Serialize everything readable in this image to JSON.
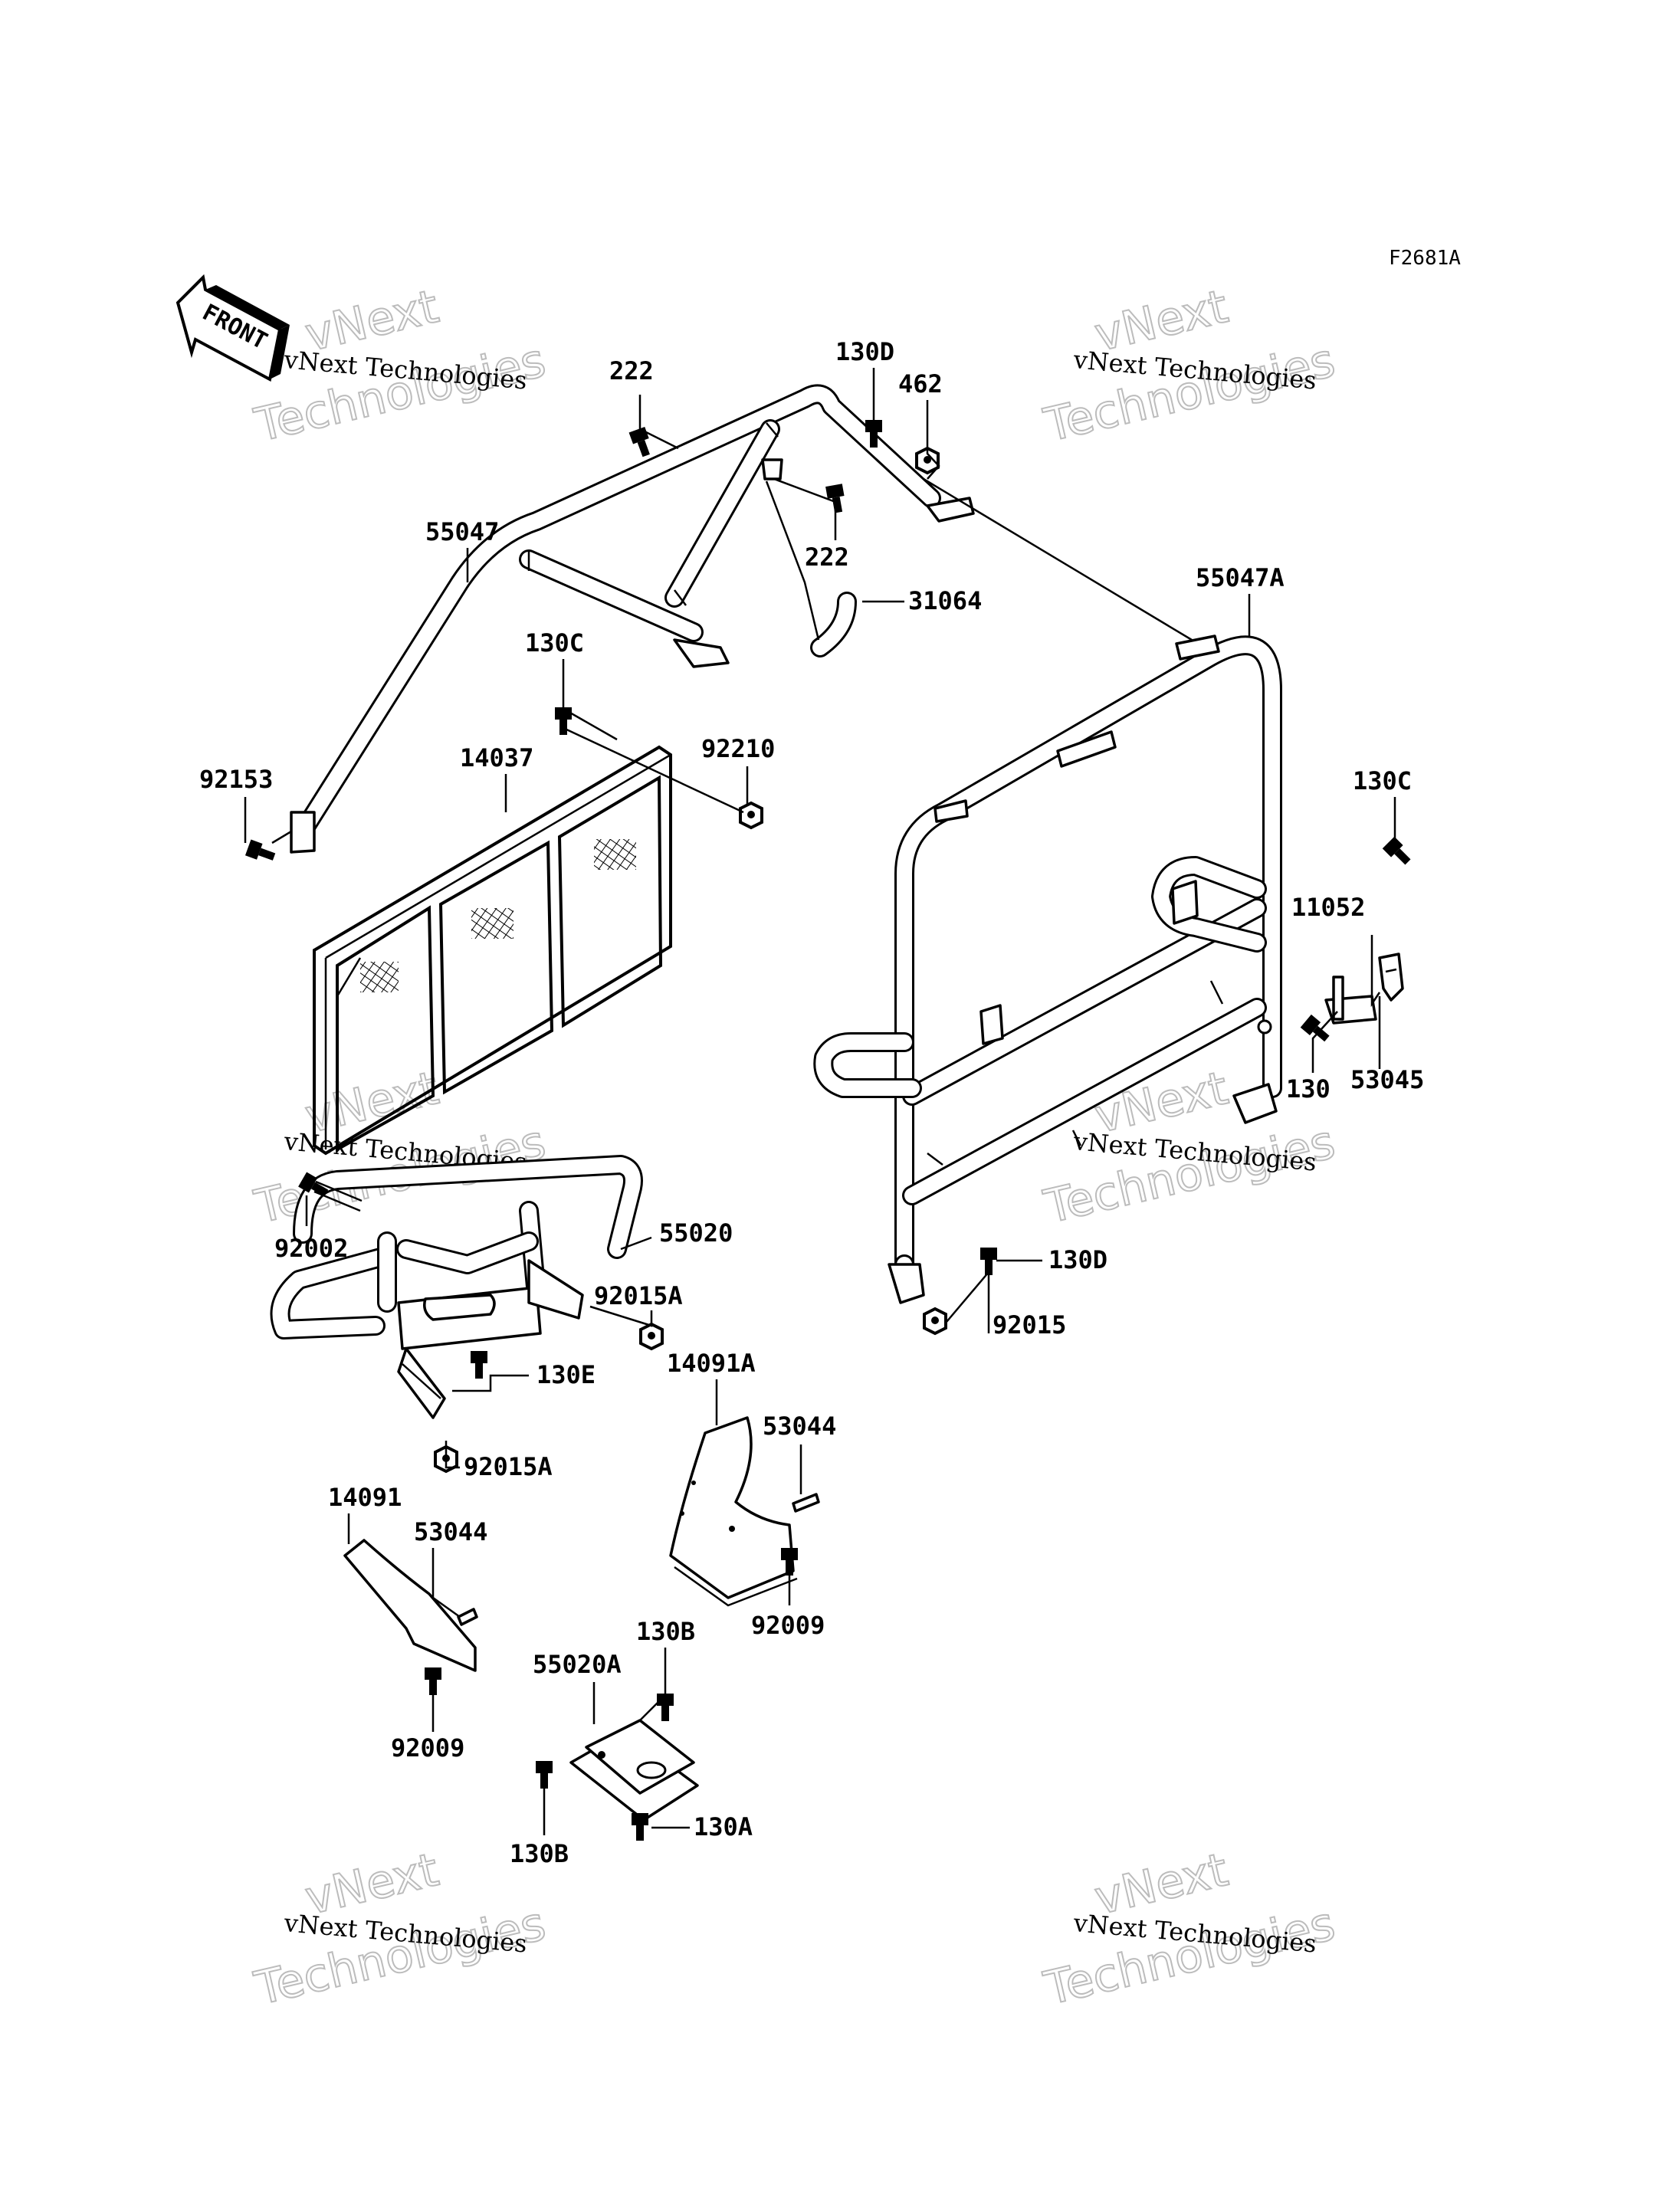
{
  "drawing_code": "F2681A",
  "front_label": "FRONT",
  "watermark": {
    "line1": "vNext",
    "line2": "vNext Technologies",
    "line3": "Technologies"
  },
  "callouts": {
    "p222a": "222",
    "p130d_top": "130D",
    "p462": "462",
    "p222b": "222",
    "p55047": "55047",
    "p31064": "31064",
    "p55047a": "55047A",
    "p130c_a": "130C",
    "p92210": "92210",
    "p14037": "14037",
    "p92153": "92153",
    "p130c_b": "130C",
    "p11052": "11052",
    "p130": "130",
    "p53045": "53045",
    "p92002": "92002",
    "p55020": "55020",
    "p92015a_a": "92015A",
    "p130e": "130E",
    "p92015a_b": "92015A",
    "p130d_b": "130D",
    "p92015": "92015",
    "p14091a": "14091A",
    "p53044_a": "53044",
    "p14091": "14091",
    "p53044_b": "53044",
    "p92009_a": "92009",
    "p130b_a": "130B",
    "p55020a": "55020A",
    "p92009_b": "92009",
    "p130b_b": "130B",
    "p130a": "130A"
  }
}
